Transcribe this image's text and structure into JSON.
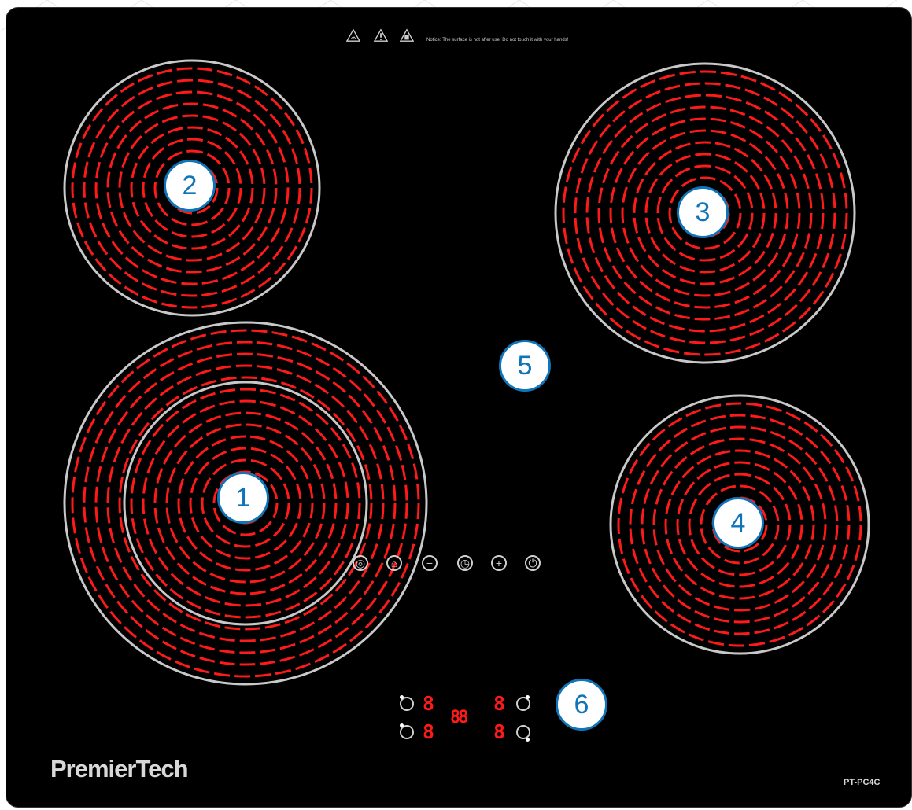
{
  "notice": "Notice: The surface is hot after use. Do not touch it with your hands!",
  "brand": "PremierTech",
  "model": "PT-PC4C",
  "callouts": [
    "1",
    "2",
    "3",
    "4",
    "5",
    "6"
  ],
  "display": {
    "top_left": "8",
    "bottom_left": "8",
    "center": "88",
    "top_right": "8",
    "bottom_right": "8"
  },
  "icons": {
    "warnings": [
      "hot-surface-warning-icon",
      "general-warning-icon",
      "read-manual-warning-icon"
    ],
    "controls": [
      "zone-select-icon",
      "lock-icon",
      "minus-icon",
      "timer-icon",
      "plus-icon",
      "power-icon"
    ]
  },
  "colors": {
    "glass": "#000000",
    "element": "#ff1a1a",
    "badge_border": "#0f75b8",
    "badge_text": "#0f75b8",
    "ring": "#c8c8c8"
  }
}
